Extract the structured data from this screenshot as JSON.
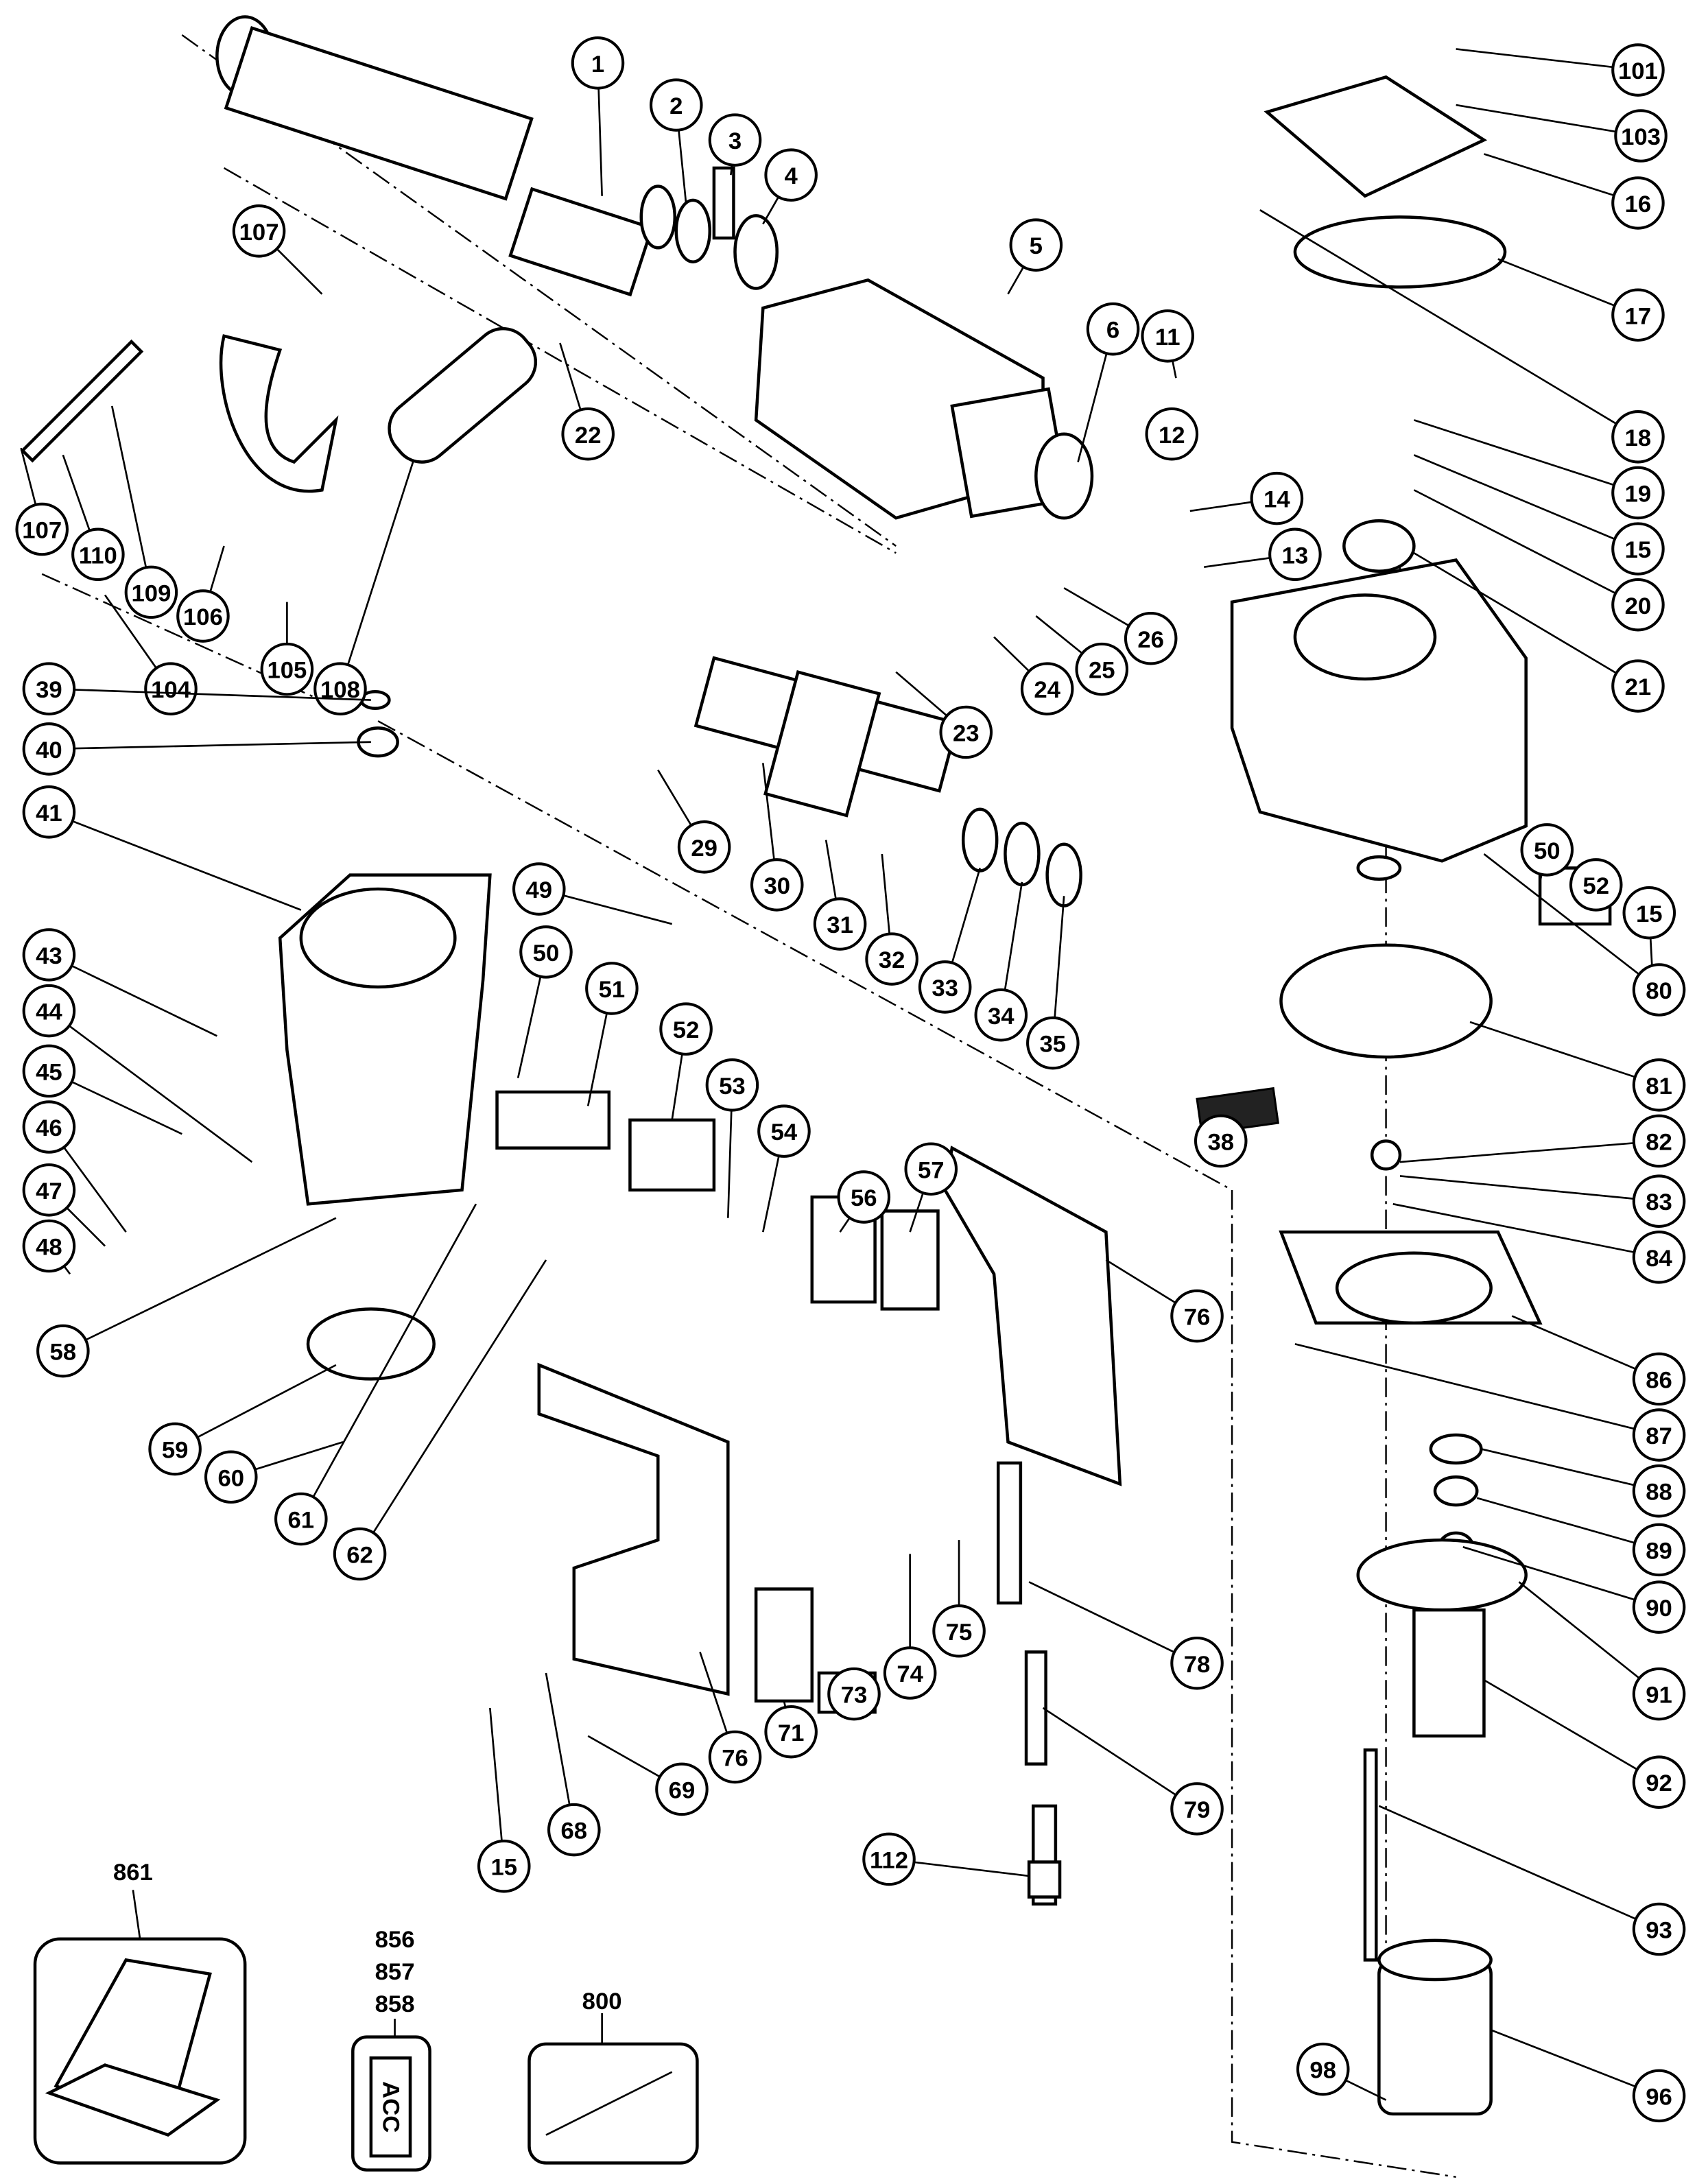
{
  "diagram": {
    "type": "exploded parts diagram",
    "callouts": [
      "1",
      "2",
      "3",
      "4",
      "5",
      "6",
      "107",
      "22",
      "101",
      "103",
      "16",
      "17",
      "18",
      "19",
      "15",
      "20",
      "21",
      "11",
      "12",
      "14",
      "13",
      "26",
      "25",
      "24",
      "23",
      "107",
      "110",
      "109",
      "106",
      "104",
      "105",
      "108",
      "39",
      "40",
      "41",
      "43",
      "44",
      "45",
      "46",
      "47",
      "48",
      "49",
      "50",
      "51",
      "52",
      "53",
      "54",
      "29",
      "30",
      "31",
      "32",
      "33",
      "34",
      "35",
      "38",
      "50",
      "52",
      "15",
      "80",
      "81",
      "82",
      "83",
      "84",
      "56",
      "57",
      "58",
      "59",
      "60",
      "61",
      "62",
      "76",
      "86",
      "87",
      "88",
      "89",
      "90",
      "91",
      "92",
      "93",
      "96",
      "98",
      "71",
      "73",
      "74",
      "75",
      "78",
      "79",
      "76",
      "69",
      "68",
      "15",
      "112"
    ],
    "accessories": {
      "case": "861",
      "labels": [
        "856",
        "857",
        "858"
      ],
      "tool": "800",
      "label_card_text": "ACC"
    }
  }
}
